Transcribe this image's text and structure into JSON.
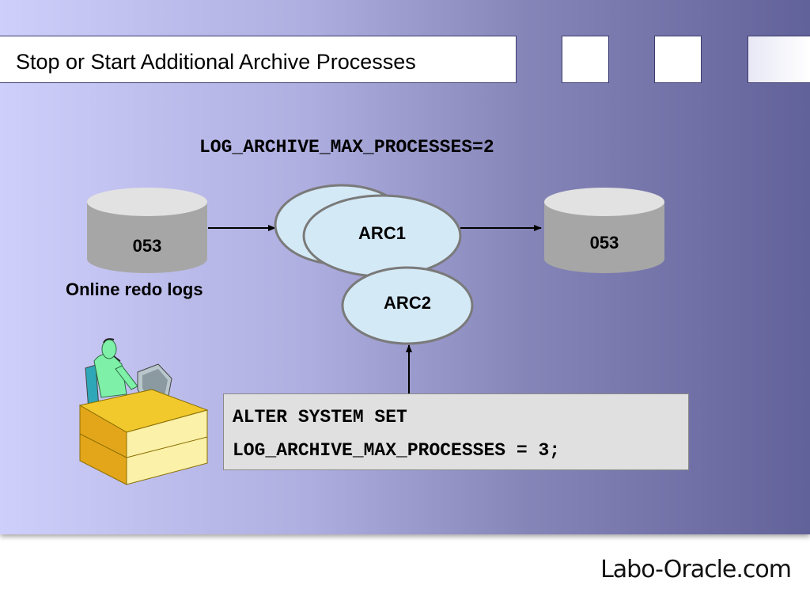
{
  "slide": {
    "title": "Stop or Start Additional Archive Processes",
    "parameter_line": "LOG_ARCHIVE_MAX_PROCESSES=2"
  },
  "diagram": {
    "source_disk_label": "053",
    "target_disk_label": "053",
    "source_caption": "Online redo logs",
    "process_1": "ARC1",
    "process_2": "ARC2"
  },
  "command": {
    "line_1": "ALTER SYSTEM SET",
    "line_2": "LOG_ARCHIVE_MAX_PROCESSES = 3;"
  },
  "footer": {
    "brand": "Labo-Oracle.com"
  },
  "colors": {
    "disk": "#a6a6a6",
    "disk_top": "#e2e2e2",
    "process_fill": "#d4e9f6",
    "process_stroke": "#7a7a7a"
  },
  "icons": [
    "operator-at-desk-illustration"
  ]
}
